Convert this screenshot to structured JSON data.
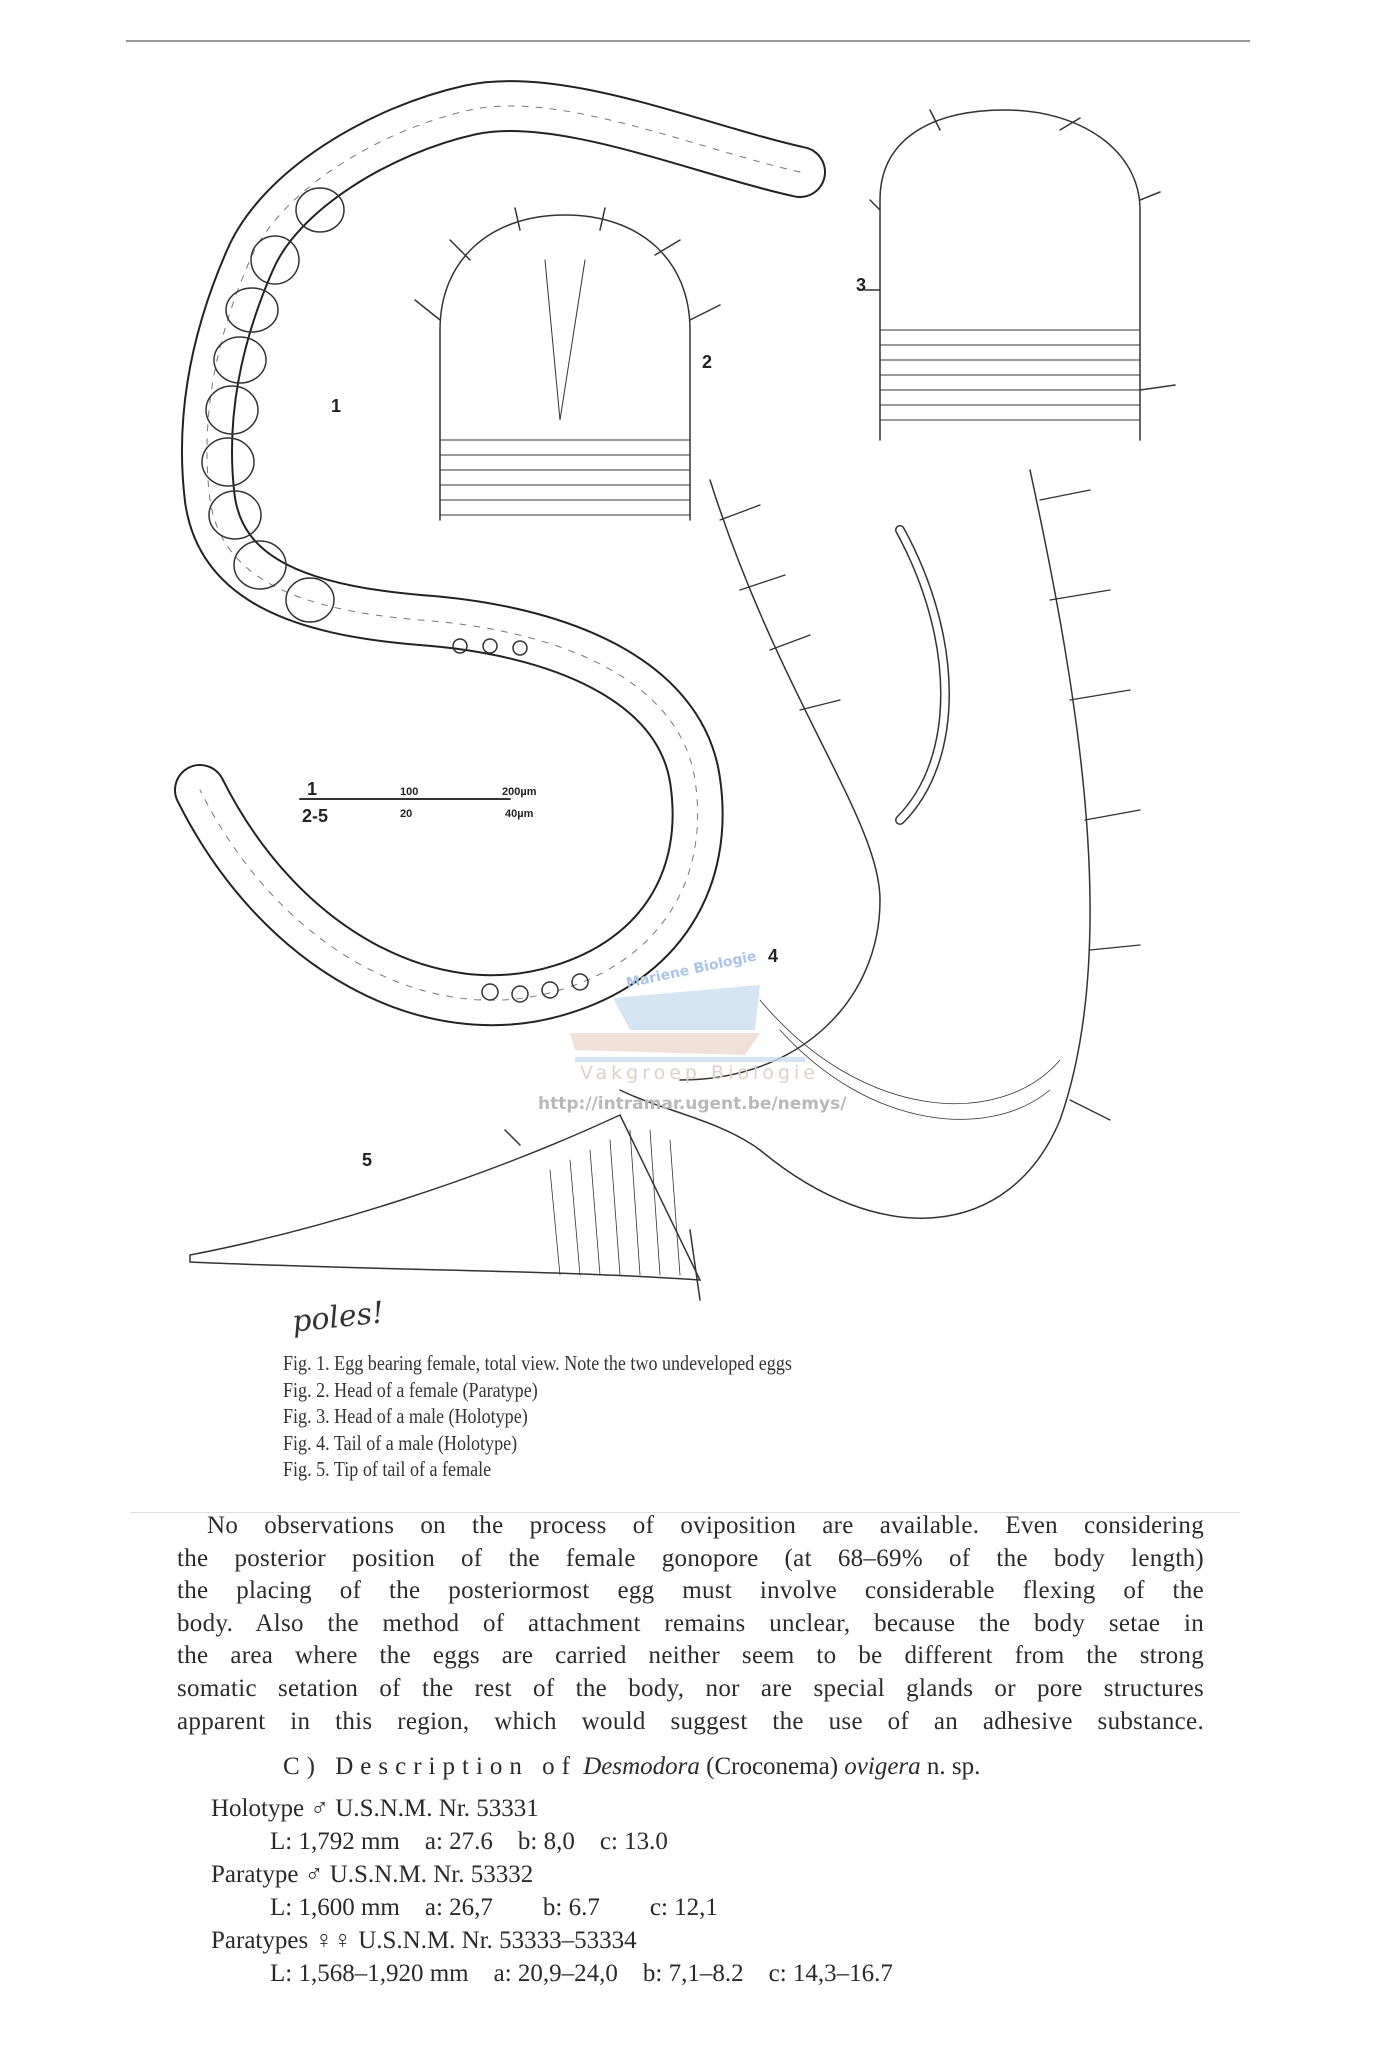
{
  "figure": {
    "labels": [
      "1",
      "2",
      "3",
      "4",
      "5"
    ],
    "scale_bar": {
      "fig_a": "1",
      "fig_b": "2-5",
      "mid_a": "100",
      "mid_b": "20",
      "end_a": "200µm",
      "end_b": "40µm"
    },
    "handwritten_note": "poles!",
    "watermark": {
      "top": "Mariene Biologie",
      "middle": "Vakgroep Biologie",
      "url": "http://intramar.ugent.be/nemys/"
    }
  },
  "captions": [
    "Fig. 1. Egg bearing female, total view. Note the two undeveloped eggs",
    "Fig. 2. Head of a female (Paratype)",
    "Fig. 3. Head of a male (Holotype)",
    "Fig. 4. Tail of a male (Holotype)",
    "Fig. 5. Tip of tail of a female"
  ],
  "paragraph": [
    "No observations on the process of oviposition are available. Even considering",
    "the posterior position of the female gonopore (at 68–69% of the body length)",
    "the placing of the posteriormost egg must involve considerable flexing of the",
    "body. Also the method of attachment remains unclear, because the body setae in",
    "the area where the eggs are carried neither seem to be different from the strong",
    "somatic setation of the rest of the body, nor are special glands or pore structures",
    "apparent in this region, which would suggest the use of an adhesive substance."
  ],
  "section": {
    "prefix": "C) Description of",
    "genus": "Desmodora",
    "subgenus": "(Croconema)",
    "species": "ovigera",
    "suffix": "n. sp."
  },
  "specimens": [
    {
      "title": "Holotype ♂ U.S.N.M. Nr. 53331",
      "L": "L: 1,792 mm",
      "a": "a: 27.6",
      "b": "b: 8,0",
      "c": "c: 13.0"
    },
    {
      "title": "Paratype ♂ U.S.N.M. Nr. 53332",
      "L": "L: 1,600 mm",
      "a": "a: 26,7",
      "b": "b: 6.7",
      "c": "c: 12,1"
    },
    {
      "title": "Paratypes ♀♀ U.S.N.M. Nr. 53333–53334",
      "L": "L: 1,568–1,920 mm",
      "a": "a: 20,9–24,0",
      "b": "b: 7,1–8.2",
      "c": "c: 14,3–16.7"
    }
  ]
}
